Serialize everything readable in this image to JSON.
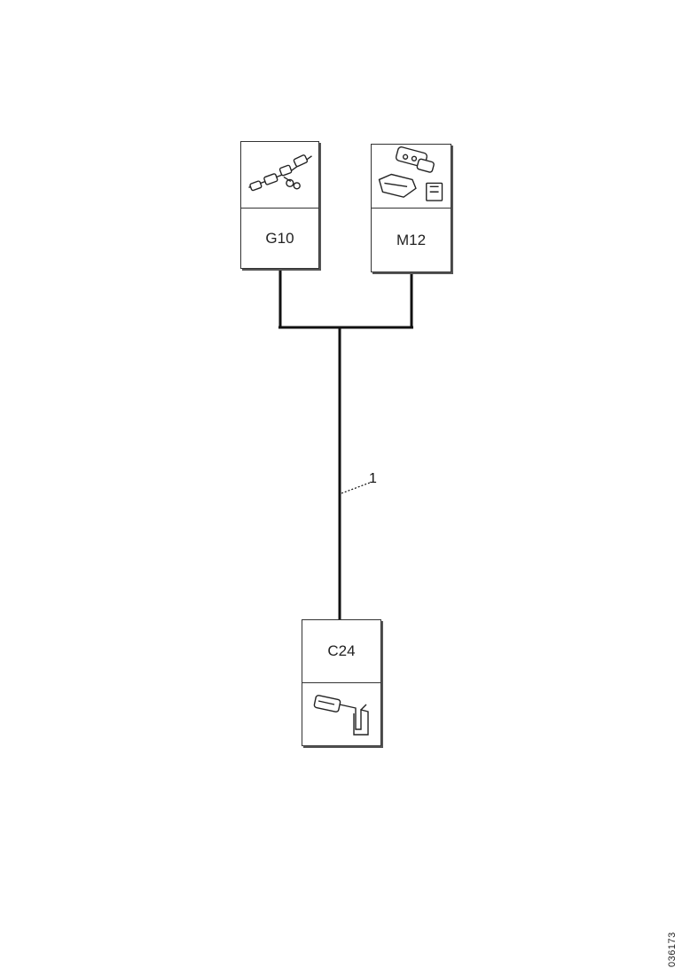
{
  "components": {
    "g10": {
      "code": "G10",
      "icon": "ignition-switch-icon"
    },
    "m12": {
      "code": "M12",
      "icon": "control-module-icon"
    },
    "c24": {
      "code": "C24",
      "icon": "connector-bracket-icon"
    }
  },
  "wire": {
    "callout": "1"
  },
  "footer": {
    "doc_number": "036173"
  }
}
